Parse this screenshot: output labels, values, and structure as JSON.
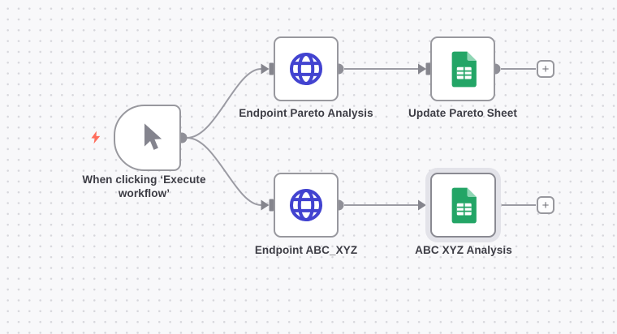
{
  "app": {
    "name": "workflow-canvas"
  },
  "colors": {
    "canvas_bg": "#f8f8fa",
    "grid_dot": "#d7d7dc",
    "node_border": "#98989e",
    "node_bg": "#ffffff",
    "connection": "#9b9ba3",
    "selected_halo": "#e3e3e9",
    "trigger_bolt": "#ff6d5c",
    "globe_blue": "#4243d0",
    "sheets_green": "#23a566",
    "label_text": "#3d3d45"
  },
  "nodes": [
    {
      "id": "manual-trigger",
      "label": "When clicking ‘Execute workflow’",
      "icon": "cursor-icon",
      "selected": false
    },
    {
      "id": "http-pareto",
      "label": "Endpoint Pareto Analysis",
      "icon": "globe-icon",
      "selected": false
    },
    {
      "id": "sheets-update-pareto",
      "label": "Update Pareto Sheet",
      "icon": "sheets-icon",
      "selected": false
    },
    {
      "id": "http-abc-xyz",
      "label": "Endpoint ABC_XYZ",
      "icon": "globe-icon",
      "selected": false
    },
    {
      "id": "sheets-abc-xyz",
      "label": "ABC XYZ Analysis",
      "icon": "sheets-icon",
      "selected": true
    }
  ],
  "plus_button_label": "+"
}
